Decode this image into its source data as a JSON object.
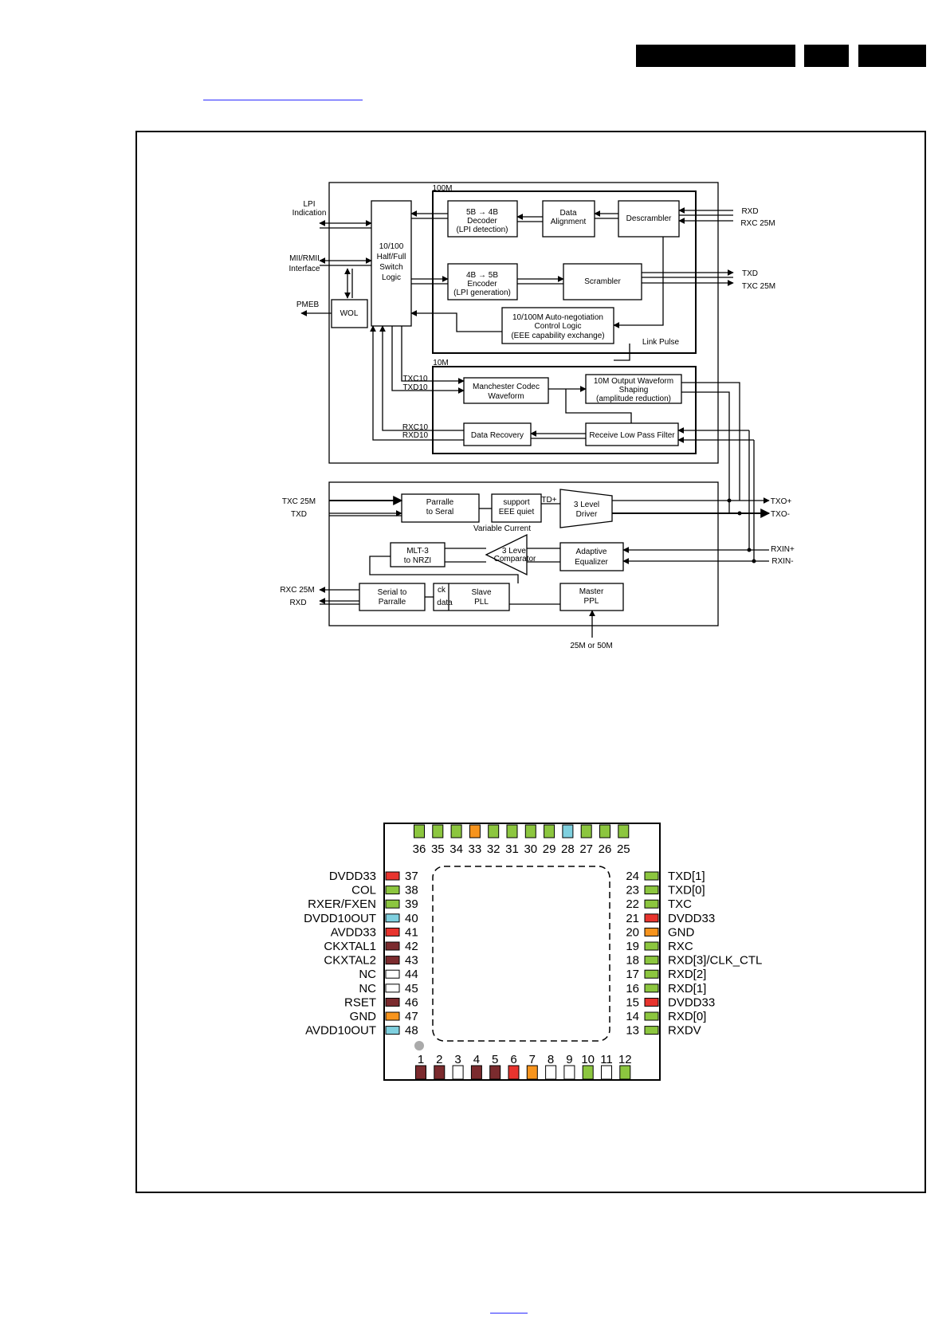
{
  "colors": {
    "green": "#8cc63f",
    "red": "#e8342e",
    "cyan": "#7fd0df",
    "orange": "#f7941d",
    "brown": "#7b2b2e",
    "white": "#ffffff"
  },
  "block_diagram": {
    "group_100m": "100M",
    "group_10m": "10M",
    "ext_lpi": [
      "LPI",
      "Indication"
    ],
    "ext_mii": [
      "MII/RMII",
      "Interface"
    ],
    "ext_pmeb": "PMEB",
    "switch_logic": [
      "10/100",
      "Half/Full",
      "Switch",
      "Logic"
    ],
    "wol": "WOL",
    "decoder": [
      "5B → 4B",
      "Decoder",
      "(LPI detection)"
    ],
    "data_alignment": [
      "Data",
      "Alignment"
    ],
    "descrambler": "Descrambler",
    "encoder": [
      "4B → 5B",
      "Encoder",
      "(LPI generation)"
    ],
    "scrambler": "Scrambler",
    "autoneg": [
      "10/100M Auto-negotiation",
      "Control Logic",
      "(EEE capability exchange)"
    ],
    "link_pulse": "Link Pulse",
    "rxd": "RXD",
    "rxc25m": "RXC 25M",
    "txd": "TXD",
    "txc25m": "TXC 25M",
    "txc10": "TXC10",
    "txd10": "TXD10",
    "rxc10": "RXC10",
    "rxd10": "RXD10",
    "manchester": [
      "Manchester Codec",
      "Waveform"
    ],
    "output_waveform": [
      "10M Output Waveform",
      "Shaping",
      "(amplitude reduction)"
    ],
    "data_recovery": "Data Recovery",
    "rx_lpf": "Receive Low Pass Filter",
    "pma_txc25m": "TXC 25M",
    "pma_txd": "TXD",
    "p2s": [
      "Parralle",
      "to Seral"
    ],
    "eee_quiet": [
      "support",
      "EEE quiet"
    ],
    "td_plus": "TD+",
    "variable_current": "Variable  Current",
    "driver": [
      "3 Level",
      "Driver"
    ],
    "txo_plus": "TXO+",
    "txo_minus": "TXO-",
    "mlt3": [
      "MLT-3",
      "to NRZI"
    ],
    "comparator": [
      "3 Level",
      "Comparator"
    ],
    "equalizer": [
      "Adaptive",
      "Equalizer"
    ],
    "rxin_plus": "RXIN+",
    "rxin_minus": "RXIN-",
    "pma_rxc25m": "RXC 25M",
    "pma_rxd": "RXD",
    "s2p": [
      "Serial to",
      "Parralle"
    ],
    "slave_pll": [
      "Slave",
      "PLL"
    ],
    "ck": "ck",
    "data": "data",
    "master_ppl": [
      "Master",
      "PPL"
    ],
    "clock_in": "25M or 50M"
  },
  "pinout": {
    "top": [
      {
        "num": "36",
        "color": "green"
      },
      {
        "num": "35",
        "color": "green"
      },
      {
        "num": "34",
        "color": "green"
      },
      {
        "num": "33",
        "color": "orange"
      },
      {
        "num": "32",
        "color": "green"
      },
      {
        "num": "31",
        "color": "green"
      },
      {
        "num": "30",
        "color": "green"
      },
      {
        "num": "29",
        "color": "green"
      },
      {
        "num": "28",
        "color": "cyan"
      },
      {
        "num": "27",
        "color": "green"
      },
      {
        "num": "26",
        "color": "green"
      },
      {
        "num": "25",
        "color": "green"
      }
    ],
    "left": [
      {
        "num": "37",
        "name": "DVDD33",
        "color": "red"
      },
      {
        "num": "38",
        "name": "COL",
        "color": "green"
      },
      {
        "num": "39",
        "name": "RXER/FXEN",
        "color": "green"
      },
      {
        "num": "40",
        "name": "DVDD10OUT",
        "color": "cyan"
      },
      {
        "num": "41",
        "name": "AVDD33",
        "color": "red"
      },
      {
        "num": "42",
        "name": "CKXTAL1",
        "color": "brown"
      },
      {
        "num": "43",
        "name": "CKXTAL2",
        "color": "brown"
      },
      {
        "num": "44",
        "name": "NC",
        "color": "white"
      },
      {
        "num": "45",
        "name": "NC",
        "color": "white"
      },
      {
        "num": "46",
        "name": "RSET",
        "color": "brown"
      },
      {
        "num": "47",
        "name": "GND",
        "color": "orange"
      },
      {
        "num": "48",
        "name": "AVDD10OUT",
        "color": "cyan"
      }
    ],
    "right": [
      {
        "num": "24",
        "name": "TXD[1]",
        "color": "green"
      },
      {
        "num": "23",
        "name": "TXD[0]",
        "color": "green"
      },
      {
        "num": "22",
        "name": "TXC",
        "color": "green"
      },
      {
        "num": "21",
        "name": "DVDD33",
        "color": "red"
      },
      {
        "num": "20",
        "name": "GND",
        "color": "orange"
      },
      {
        "num": "19",
        "name": "RXC",
        "color": "green"
      },
      {
        "num": "18",
        "name": "RXD[3]/CLK_CTL",
        "color": "green"
      },
      {
        "num": "17",
        "name": "RXD[2]",
        "color": "green"
      },
      {
        "num": "16",
        "name": "RXD[1]",
        "color": "green"
      },
      {
        "num": "15",
        "name": "DVDD33",
        "color": "red"
      },
      {
        "num": "14",
        "name": "RXD[0]",
        "color": "green"
      },
      {
        "num": "13",
        "name": "RXDV",
        "color": "green"
      }
    ],
    "bottom": [
      {
        "num": "1",
        "color": "brown"
      },
      {
        "num": "2",
        "color": "brown"
      },
      {
        "num": "3",
        "color": "white"
      },
      {
        "num": "4",
        "color": "brown"
      },
      {
        "num": "5",
        "color": "brown"
      },
      {
        "num": "6",
        "color": "red"
      },
      {
        "num": "7",
        "color": "orange"
      },
      {
        "num": "8",
        "color": "white"
      },
      {
        "num": "9",
        "color": "white"
      },
      {
        "num": "10",
        "color": "green"
      },
      {
        "num": "11",
        "color": "white"
      },
      {
        "num": "12",
        "color": "green"
      }
    ]
  }
}
